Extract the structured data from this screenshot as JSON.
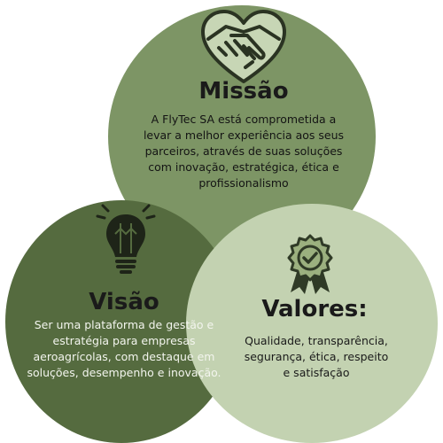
{
  "mission": {
    "title": "Missão",
    "text": "A FlyTec SA está comprometida a levar a melhor experiência aos seus parceiros, através de suas soluções com inovação, estratégica, ética e profissionalismo"
  },
  "vision": {
    "title": "Visão",
    "text": "Ser uma plataforma de gestão e estratégia para empresas aeroagrícolas, com destaque em soluções, desempenho e inovação."
  },
  "values": {
    "title": "Valores:",
    "text": "Qualidade, transparência, segurança, ética, respeito e satisfação"
  },
  "icons": {
    "mission": "handshake-heart-icon",
    "vision": "lightbulb-icon",
    "values": "award-badge-icon"
  },
  "colors": {
    "mission_circle": "#7d9565",
    "vision_circle": "#556b3f",
    "values_circle": "#c3d2b1"
  }
}
